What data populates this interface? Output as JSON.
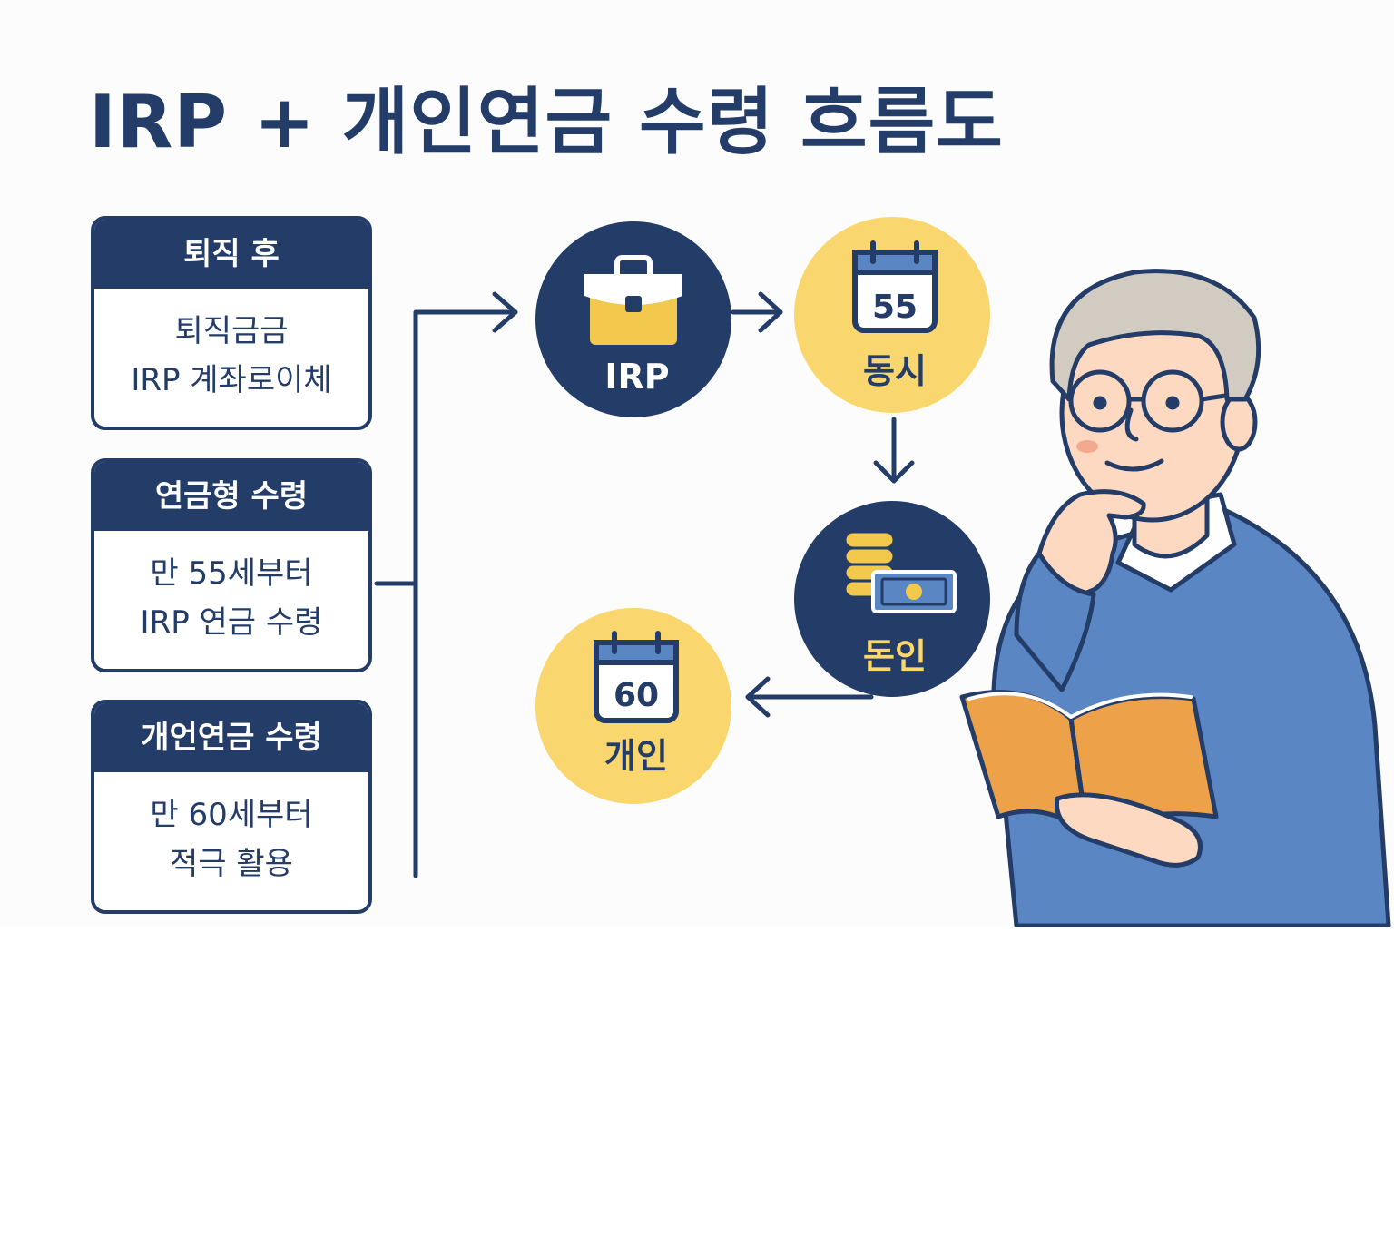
{
  "title": "IRP + 개인연금 수령 흐름도",
  "cards": [
    {
      "header": "퇴직 후",
      "lines": [
        "퇴직금금",
        "IRP 계좌로이체"
      ]
    },
    {
      "header": "연금형 수령",
      "lines": [
        "만 55세부터",
        "IRP 연금 수령"
      ]
    },
    {
      "header": "개언연금 수령",
      "lines": [
        "만 60세부터",
        "적극 활용"
      ]
    }
  ],
  "nodes": {
    "irp": {
      "label": "IRP",
      "icon": "briefcase-icon"
    },
    "age55": {
      "label": "동시",
      "number": "55",
      "icon": "calendar-icon"
    },
    "money": {
      "label": "돈인",
      "icon": "coins-cash-icon"
    },
    "age60": {
      "label": "개인",
      "number": "60",
      "icon": "calendar-icon"
    }
  },
  "colors": {
    "navy": "#233c68",
    "yellow": "#fad76e",
    "gold": "#f2c94c",
    "sweater": "#5b86c4",
    "book": "#eda24a",
    "skin": "#fcd9c0",
    "hair": "#d2cbc1"
  }
}
